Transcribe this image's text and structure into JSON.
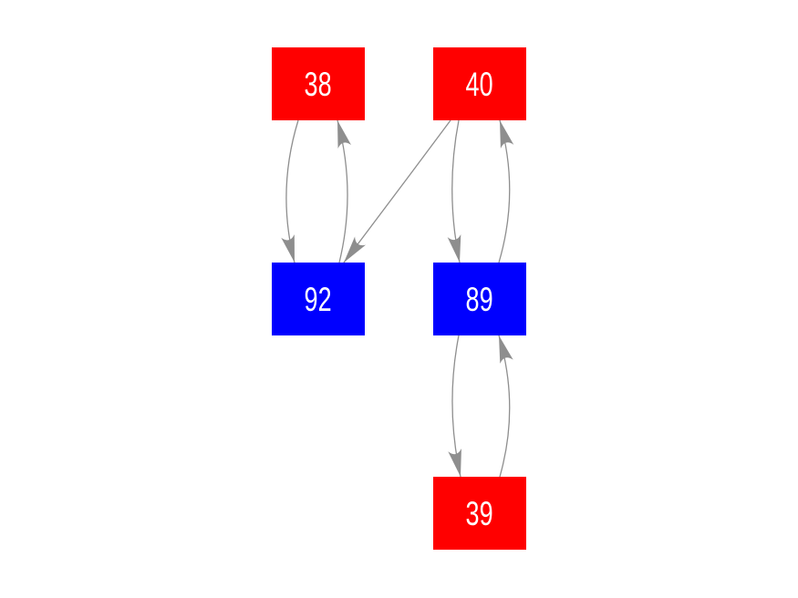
{
  "graph": {
    "background_color": "#ffffff",
    "node_text_color": "#ffffff",
    "edge_color": "#8e8e8e",
    "node_colors": {
      "red": "#ff0000",
      "blue": "#0000ff"
    },
    "nodes": [
      {
        "id": "38",
        "label": "38",
        "color": "red"
      },
      {
        "id": "40",
        "label": "40",
        "color": "red"
      },
      {
        "id": "92",
        "label": "92",
        "color": "blue"
      },
      {
        "id": "89",
        "label": "89",
        "color": "blue"
      },
      {
        "id": "39",
        "label": "39",
        "color": "red"
      }
    ],
    "edges": [
      {
        "from": "38",
        "to": "92"
      },
      {
        "from": "92",
        "to": "38"
      },
      {
        "from": "40",
        "to": "92"
      },
      {
        "from": "40",
        "to": "89"
      },
      {
        "from": "89",
        "to": "40"
      },
      {
        "from": "89",
        "to": "39"
      },
      {
        "from": "39",
        "to": "89"
      }
    ]
  }
}
